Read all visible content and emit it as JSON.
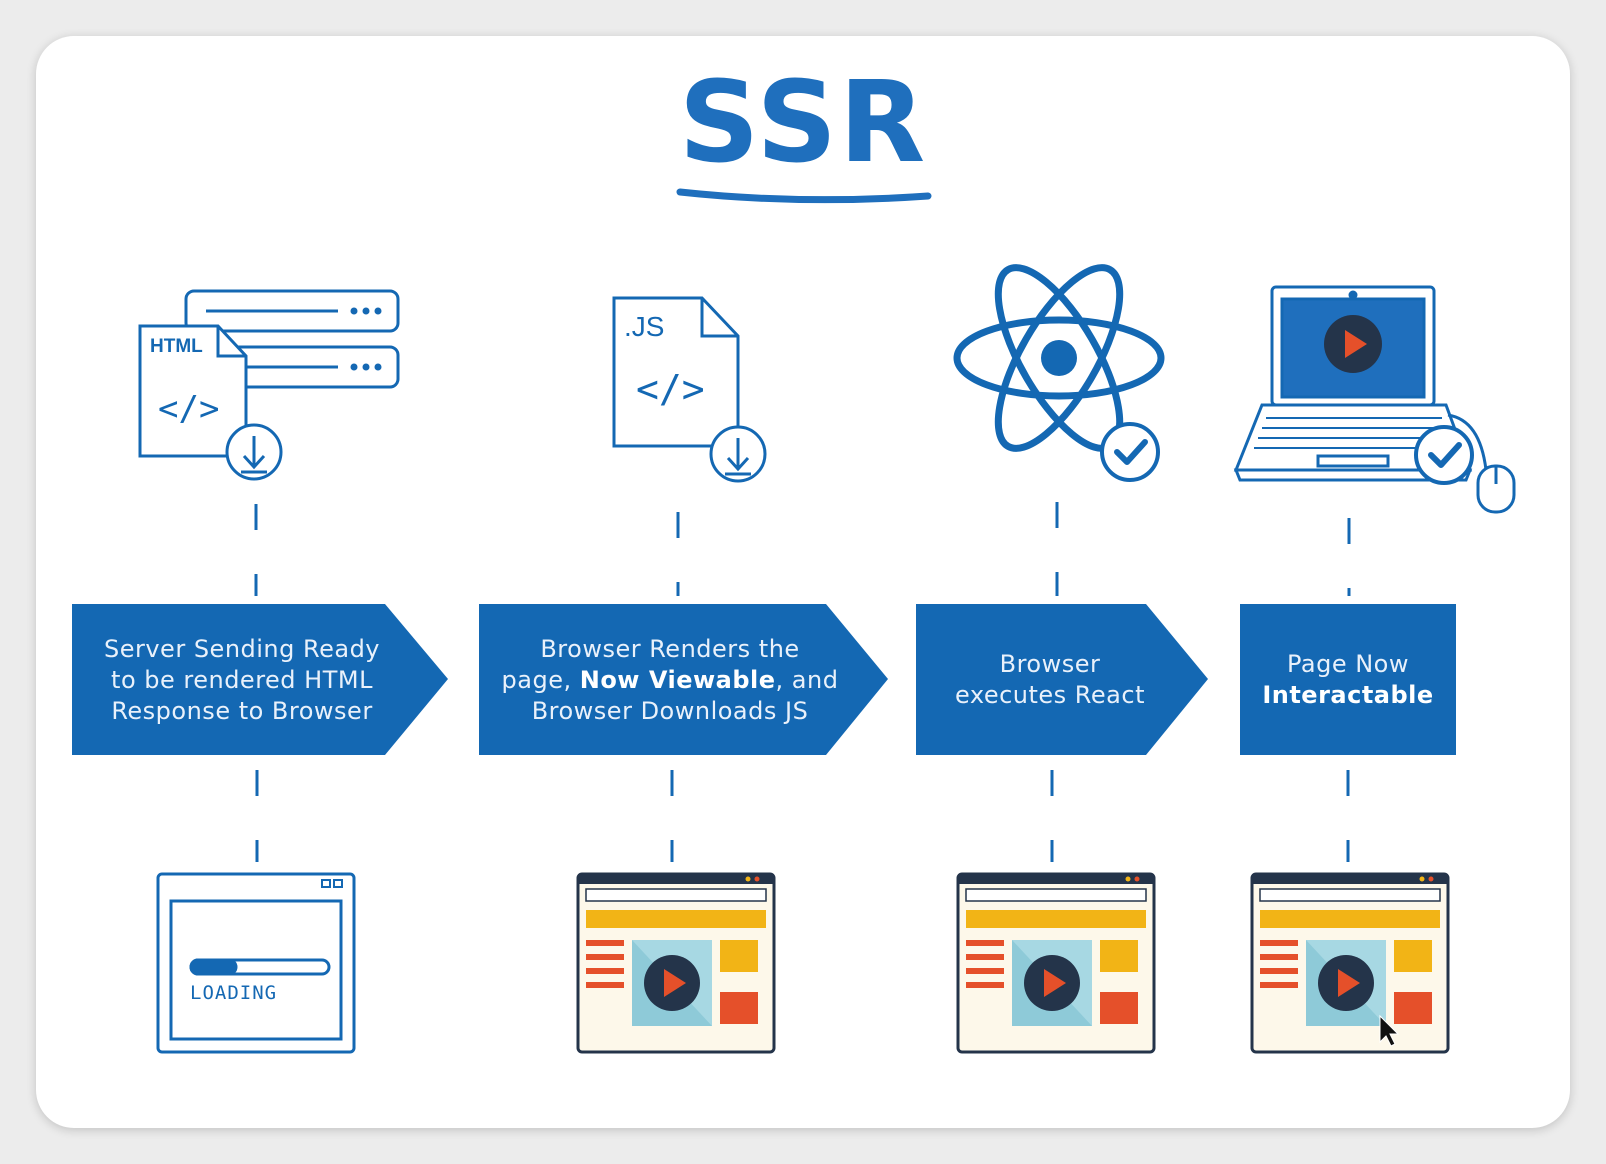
{
  "diagram": {
    "title": "SSR",
    "steps": [
      {
        "line1": "Server Sending Ready",
        "line2": "to be rendered HTML",
        "line3": "Response to Browser"
      },
      {
        "line1": "Browser Renders the",
        "line2_pre": "page, ",
        "line2_bold": "Now Viewable",
        "line2_post": ", and",
        "line3": "Browser Downloads JS"
      },
      {
        "line1": "Browser",
        "line2": "executes React"
      },
      {
        "line1": "Page Now",
        "line2_bold": "Interactable"
      }
    ],
    "icons": {
      "html_file_label": "HTML",
      "js_file_label": ".JS",
      "code_glyph": "</>",
      "loading_label": "LOADING"
    },
    "colors": {
      "primary_blue": "#1468b3",
      "accent_yellow": "#f2b416",
      "accent_red": "#e5502a",
      "media_teal": "#8ecad8"
    }
  }
}
